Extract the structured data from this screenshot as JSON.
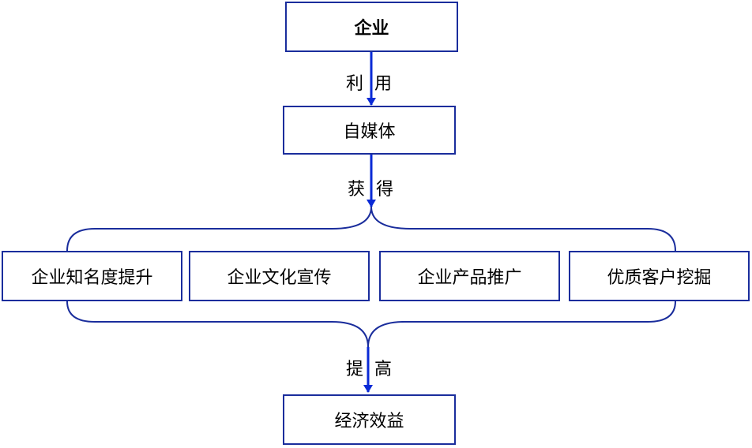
{
  "nodes": {
    "top": "企业",
    "middle": "自媒体",
    "benefits": [
      "企业知名度提升",
      "企业文化宣传",
      "企业产品推广",
      "优质客户挖掘"
    ],
    "bottom": "经济效益"
  },
  "edges": {
    "use": "利用",
    "gain": "获得",
    "improve": "提高"
  },
  "colors": {
    "line": "#1a2d9c",
    "arrow": "#0a2ad6"
  }
}
